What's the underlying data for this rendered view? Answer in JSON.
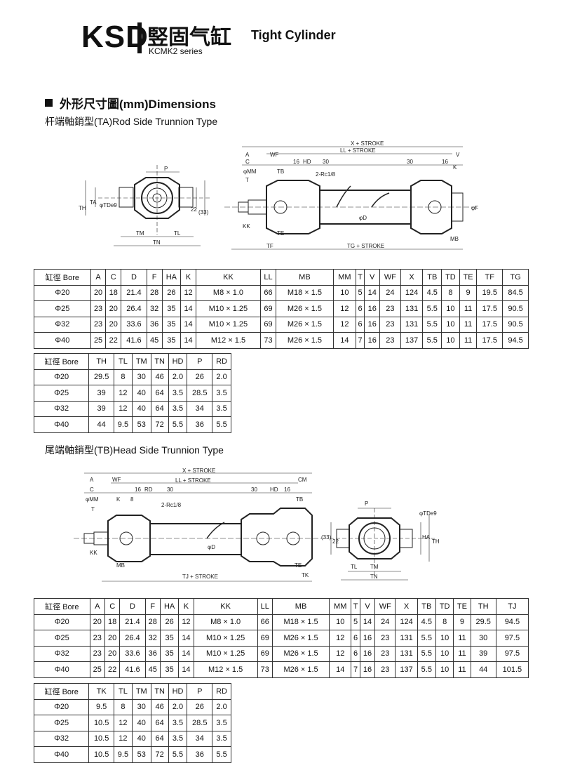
{
  "header": {
    "brand": "KSD",
    "title_cn": "竪固气缸",
    "series": "KCMK2 series",
    "title_en": "Tight Cylinder"
  },
  "section": {
    "title": "外形尺寸圖(mm)Dimensions"
  },
  "ta": {
    "subtitle": "杆端軸銷型(TA)Rod Side Trunnion Type",
    "labels": {
      "x_stroke": "X + STROKE",
      "ll_stroke": "LL + STROKE",
      "tg_stroke": "TG + STROKE",
      "rc": "2-Rc1/8",
      "a": "A",
      "wf": "WF",
      "v": "V",
      "c": "C",
      "mm": "φMM",
      "t": "T",
      "tb": "TB",
      "n16a": "16",
      "hd": "HD",
      "n30a": "30",
      "n30b": "30",
      "n16b": "16",
      "k": "K",
      "kk": "KK",
      "te": "TE",
      "tf": "TF",
      "d": "φD",
      "f": "φF",
      "mb": "MB",
      "p": "P",
      "th": "TH",
      "ta": "TA",
      "td": "φTDe9",
      "n22": "22",
      "n33": "(33)",
      "tm": "TM",
      "tl": "TL",
      "tn": "TN"
    },
    "table_main": {
      "headers": [
        "缸徑 Bore",
        "A",
        "C",
        "D",
        "F",
        "HA",
        "K",
        "KK",
        "LL",
        "MB",
        "MM",
        "T",
        "V",
        "WF",
        "X",
        "TB",
        "TD",
        "TE",
        "TF",
        "TG"
      ],
      "rows": [
        [
          "Φ20",
          "20",
          "18",
          "21.4",
          "28",
          "26",
          "12",
          "M8 × 1.0",
          "66",
          "M18 × 1.5",
          "10",
          "5",
          "14",
          "24",
          "124",
          "4.5",
          "8",
          "9",
          "19.5",
          "84.5"
        ],
        [
          "Φ25",
          "23",
          "20",
          "26.4",
          "32",
          "35",
          "14",
          "M10 × 1.25",
          "69",
          "M26 × 1.5",
          "12",
          "6",
          "16",
          "23",
          "131",
          "5.5",
          "10",
          "11",
          "17.5",
          "90.5"
        ],
        [
          "Φ32",
          "23",
          "20",
          "33.6",
          "36",
          "35",
          "14",
          "M10 × 1.25",
          "69",
          "M26 × 1.5",
          "12",
          "6",
          "16",
          "23",
          "131",
          "5.5",
          "10",
          "11",
          "17.5",
          "90.5"
        ],
        [
          "Φ40",
          "25",
          "22",
          "41.6",
          "45",
          "35",
          "14",
          "M12 × 1.5",
          "73",
          "M26 × 1.5",
          "14",
          "7",
          "16",
          "23",
          "137",
          "5.5",
          "10",
          "11",
          "17.5",
          "94.5"
        ]
      ]
    },
    "table_small": {
      "headers": [
        "缸徑 Bore",
        "TH",
        "TL",
        "TM",
        "TN",
        "HD",
        "P",
        "RD"
      ],
      "rows": [
        [
          "Φ20",
          "29.5",
          "8",
          "30",
          "46",
          "2.0",
          "26",
          "2.0"
        ],
        [
          "Φ25",
          "39",
          "12",
          "40",
          "64",
          "3.5",
          "28.5",
          "3.5"
        ],
        [
          "Φ32",
          "39",
          "12",
          "40",
          "64",
          "3.5",
          "34",
          "3.5"
        ],
        [
          "Φ40",
          "44",
          "9.5",
          "53",
          "72",
          "5.5",
          "36",
          "5.5"
        ]
      ]
    }
  },
  "tb": {
    "subtitle": "尾端軸銷型(TB)Head Side Trunnion Type",
    "labels": {
      "x_stroke": "X + STROKE",
      "ll_stroke": "LL + STROKE",
      "tj_stroke": "TJ + STROKE",
      "rc": "2-Rc1/8",
      "a": "A",
      "wf": "WF",
      "c": "C",
      "mm": "φMM",
      "k": "K",
      "n8": "8",
      "t": "T",
      "n16a": "16",
      "rd": "RD",
      "n30a": "30",
      "n30b": "30",
      "hd": "HD",
      "n16b": "16",
      "cm": "CM",
      "tb": "TB",
      "kk": "KK",
      "mb": "MB",
      "d": "φD",
      "te": "TE",
      "tk": "TK",
      "p": "P",
      "td": "φTDe9",
      "n33": "(33)",
      "n22": "22",
      "ha": "HA",
      "th": "TH",
      "tl": "TL",
      "tm": "TM",
      "tn": "TN"
    },
    "table_main": {
      "headers": [
        "缸徑 Bore",
        "A",
        "C",
        "D",
        "F",
        "HA",
        "K",
        "KK",
        "LL",
        "MB",
        "MM",
        "T",
        "V",
        "WF",
        "X",
        "TB",
        "TD",
        "TE",
        "TH",
        "TJ"
      ],
      "rows": [
        [
          "Φ20",
          "20",
          "18",
          "21.4",
          "28",
          "26",
          "12",
          "M8 × 1.0",
          "66",
          "M18 × 1.5",
          "10",
          "5",
          "14",
          "24",
          "124",
          "4.5",
          "8",
          "9",
          "29.5",
          "94.5"
        ],
        [
          "Φ25",
          "23",
          "20",
          "26.4",
          "32",
          "35",
          "14",
          "M10 × 1.25",
          "69",
          "M26 × 1.5",
          "12",
          "6",
          "16",
          "23",
          "131",
          "5.5",
          "10",
          "11",
          "30",
          "97.5"
        ],
        [
          "Φ32",
          "23",
          "20",
          "33.6",
          "36",
          "35",
          "14",
          "M10 × 1.25",
          "69",
          "M26 × 1.5",
          "12",
          "6",
          "16",
          "23",
          "131",
          "5.5",
          "10",
          "11",
          "39",
          "97.5"
        ],
        [
          "Φ40",
          "25",
          "22",
          "41.6",
          "45",
          "35",
          "14",
          "M12 × 1.5",
          "73",
          "M26 × 1.5",
          "14",
          "7",
          "16",
          "23",
          "137",
          "5.5",
          "10",
          "11",
          "44",
          "101.5"
        ]
      ]
    },
    "table_small": {
      "headers": [
        "缸徑 Bore",
        "TK",
        "TL",
        "TM",
        "TN",
        "HD",
        "P",
        "RD"
      ],
      "rows": [
        [
          "Φ20",
          "9.5",
          "8",
          "30",
          "46",
          "2.0",
          "26",
          "2.0"
        ],
        [
          "Φ25",
          "10.5",
          "12",
          "40",
          "64",
          "3.5",
          "28.5",
          "3.5"
        ],
        [
          "Φ32",
          "10.5",
          "12",
          "40",
          "64",
          "3.5",
          "34",
          "3.5"
        ],
        [
          "Φ40",
          "10.5",
          "9.5",
          "53",
          "72",
          "5.5",
          "36",
          "5.5"
        ]
      ]
    }
  }
}
